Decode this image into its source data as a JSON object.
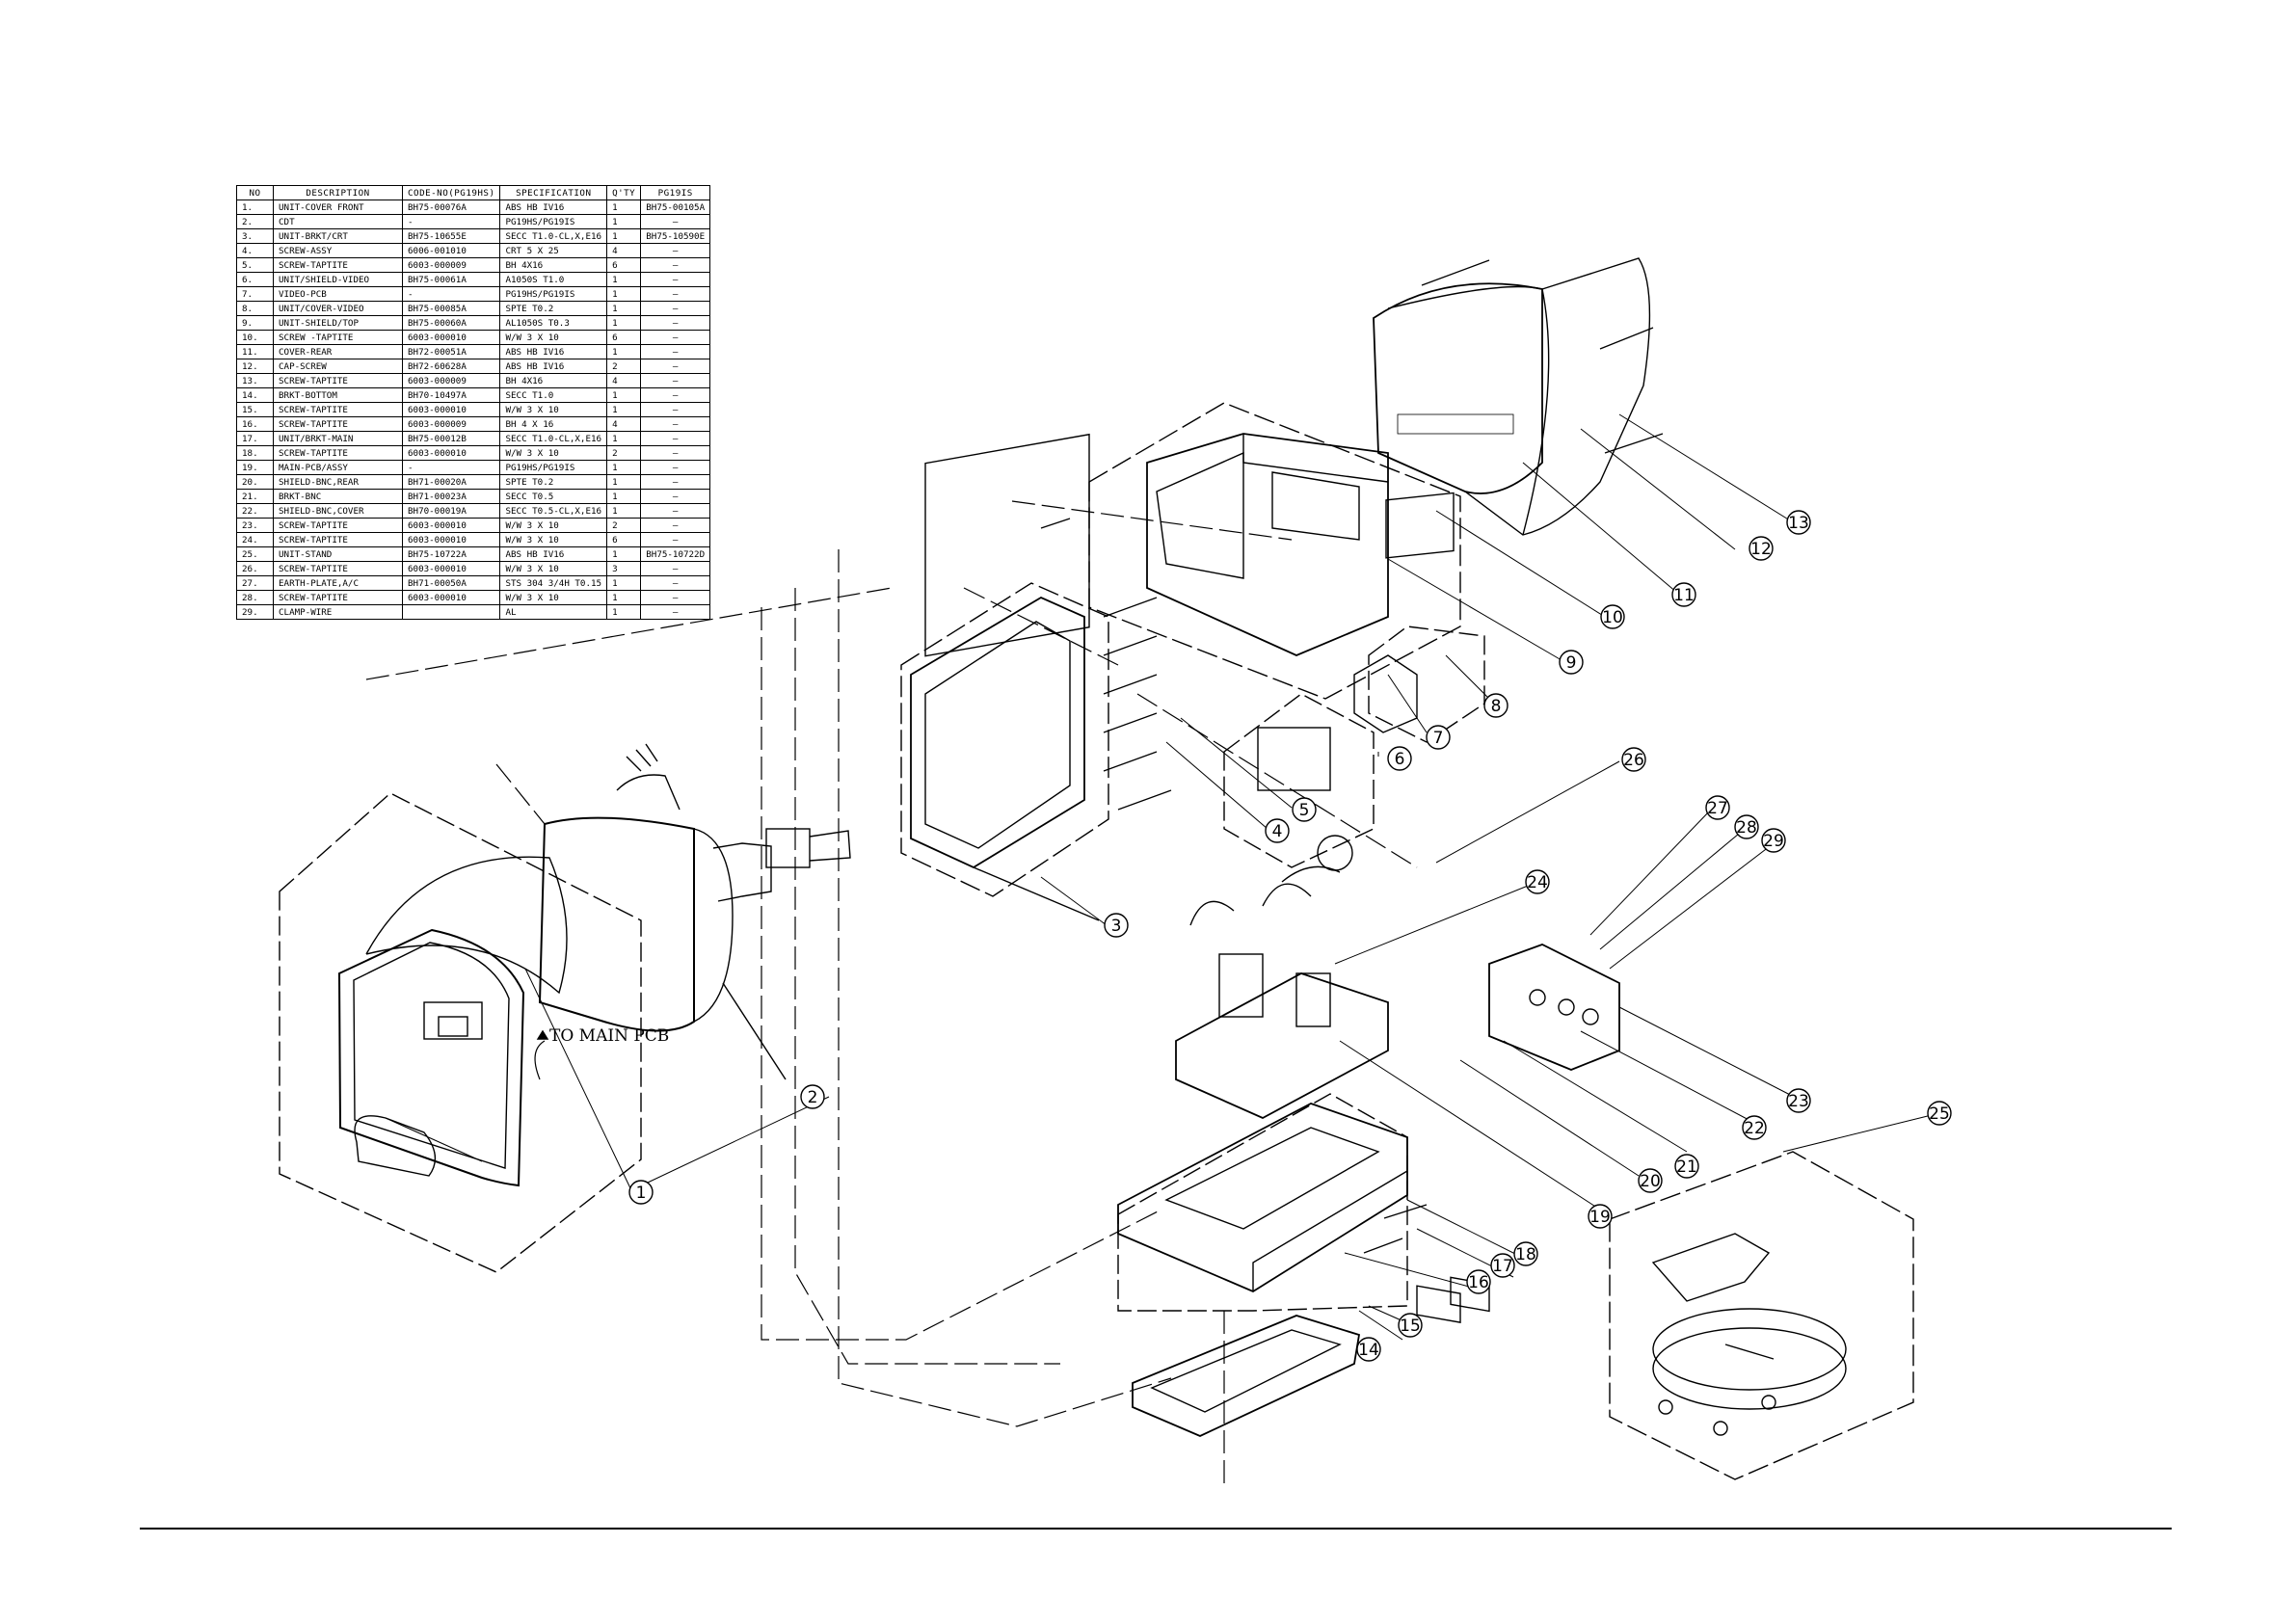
{
  "table": {
    "headers": {
      "no": "NO",
      "description": "DESCRIPTION",
      "code": "CODE-NO(PG19HS)",
      "spec": "SPECIFICATION",
      "qty": "Q'TY",
      "pg19is": "PG19IS"
    },
    "rows": [
      {
        "no": "1.",
        "description": "UNIT-COVER FRONT",
        "code": "BH75-00076A",
        "spec": "ABS HB IV16",
        "qty": "1",
        "pg19is": "BH75-00105A"
      },
      {
        "no": "2.",
        "description": "CDT",
        "code": "-",
        "spec": "PG19HS/PG19IS",
        "qty": "1",
        "pg19is": "—"
      },
      {
        "no": "3.",
        "description": "UNIT-BRKT/CRT",
        "code": "BH75-10655E",
        "spec": "SECC T1.0-CL,X,E16",
        "qty": "1",
        "pg19is": "BH75-10590E"
      },
      {
        "no": "4.",
        "description": "SCREW-ASSY",
        "code": "6006-001010",
        "spec": "CRT 5 X 25",
        "qty": "4",
        "pg19is": "—"
      },
      {
        "no": "5.",
        "description": "SCREW-TAPTITE",
        "code": "6003-000009",
        "spec": "BH 4X16",
        "qty": "6",
        "pg19is": "—"
      },
      {
        "no": "6.",
        "description": "UNIT/SHIELD-VIDEO",
        "code": "BH75-00061A",
        "spec": "A1050S T1.0",
        "qty": "1",
        "pg19is": "—"
      },
      {
        "no": "7.",
        "description": "VIDEO-PCB",
        "code": "-",
        "spec": "PG19HS/PG19IS",
        "qty": "1",
        "pg19is": "—"
      },
      {
        "no": "8.",
        "description": "UNIT/COVER-VIDEO",
        "code": "BH75-00085A",
        "spec": "SPTE T0.2",
        "qty": "1",
        "pg19is": "—"
      },
      {
        "no": "9.",
        "description": "UNIT-SHIELD/TOP",
        "code": "BH75-00060A",
        "spec": "AL1050S T0.3",
        "qty": "1",
        "pg19is": "—"
      },
      {
        "no": "10.",
        "description": "SCREW -TAPTITE",
        "code": "6003-000010",
        "spec": "W/W 3 X 10",
        "qty": "6",
        "pg19is": "—"
      },
      {
        "no": "11.",
        "description": "COVER-REAR",
        "code": "BH72-00051A",
        "spec": "ABS HB IV16",
        "qty": "1",
        "pg19is": "—"
      },
      {
        "no": "12.",
        "description": "CAP-SCREW",
        "code": "BH72-60628A",
        "spec": "ABS HB IV16",
        "qty": "2",
        "pg19is": "—"
      },
      {
        "no": "13.",
        "description": "SCREW-TAPTITE",
        "code": "6003-000009",
        "spec": "BH 4X16",
        "qty": "4",
        "pg19is": "—"
      },
      {
        "no": "14.",
        "description": "BRKT-BOTTOM",
        "code": "BH70-10497A",
        "spec": "SECC T1.0",
        "qty": "1",
        "pg19is": "—"
      },
      {
        "no": "15.",
        "description": "SCREW-TAPTITE",
        "code": "6003-000010",
        "spec": "W/W 3 X 10",
        "qty": "1",
        "pg19is": "—"
      },
      {
        "no": "16.",
        "description": "SCREW-TAPTITE",
        "code": "6003-000009",
        "spec": "BH 4 X 16",
        "qty": "4",
        "pg19is": "—"
      },
      {
        "no": "17.",
        "description": "UNIT/BRKT-MAIN",
        "code": "BH75-00012B",
        "spec": "SECC T1.0-CL,X,E16",
        "qty": "1",
        "pg19is": "—"
      },
      {
        "no": "18.",
        "description": "SCREW-TAPTITE",
        "code": "6003-000010",
        "spec": "W/W 3 X 10",
        "qty": "2",
        "pg19is": "—"
      },
      {
        "no": "19.",
        "description": "MAIN-PCB/ASSY",
        "code": "-",
        "spec": "PG19HS/PG19IS",
        "qty": "1",
        "pg19is": "—"
      },
      {
        "no": "20.",
        "description": "SHIELD-BNC,REAR",
        "code": "BH71-00020A",
        "spec": "SPTE T0.2",
        "qty": "1",
        "pg19is": "—"
      },
      {
        "no": "21.",
        "description": "BRKT-BNC",
        "code": "BH71-00023A",
        "spec": "SECC T0.5",
        "qty": "1",
        "pg19is": "—"
      },
      {
        "no": "22.",
        "description": "SHIELD-BNC,COVER",
        "code": "BH70-00019A",
        "spec": "SECC T0.5-CL,X,E16",
        "qty": "1",
        "pg19is": "—"
      },
      {
        "no": "23.",
        "description": "SCREW-TAPTITE",
        "code": "6003-000010",
        "spec": "W/W 3 X 10",
        "qty": "2",
        "pg19is": "—"
      },
      {
        "no": "24.",
        "description": "SCREW-TAPTITE",
        "code": "6003-000010",
        "spec": "W/W 3 X 10",
        "qty": "6",
        "pg19is": "—"
      },
      {
        "no": "25.",
        "description": "UNIT-STAND",
        "code": "BH75-10722A",
        "spec": "ABS HB IV16",
        "qty": "1",
        "pg19is": "BH75-10722D"
      },
      {
        "no": "26.",
        "description": "SCREW-TAPTITE",
        "code": "6003-000010",
        "spec": "W/W 3 X 10",
        "qty": "3",
        "pg19is": "—"
      },
      {
        "no": "27.",
        "description": "EARTH-PLATE,A/C",
        "code": "BH71-00050A",
        "spec": "STS 304 3/4H T0.15",
        "qty": "1",
        "pg19is": "—"
      },
      {
        "no": "28.",
        "description": "SCREW-TAPTITE",
        "code": "6003-000010",
        "spec": "W/W 3 X 10",
        "qty": "1",
        "pg19is": "—"
      },
      {
        "no": "29.",
        "description": "CLAMP-WIRE",
        "code": "",
        "spec": "AL",
        "qty": "1",
        "pg19is": "—"
      }
    ]
  },
  "diagram": {
    "note": "TO MAIN PCB",
    "callouts": [
      "1",
      "2",
      "3",
      "4",
      "5",
      "6",
      "7",
      "8",
      "9",
      "10",
      "11",
      "12",
      "13",
      "14",
      "15",
      "16",
      "17",
      "18",
      "19",
      "20",
      "21",
      "22",
      "23",
      "24",
      "25",
      "26",
      "27",
      "28",
      "29"
    ]
  }
}
